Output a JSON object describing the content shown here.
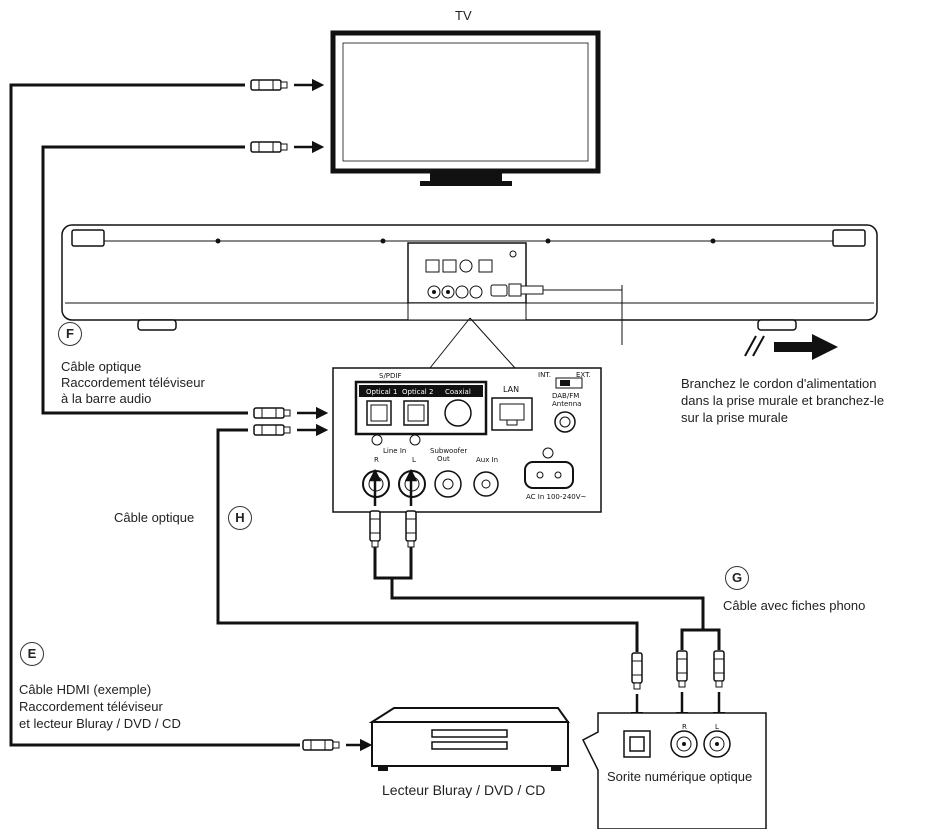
{
  "labels": {
    "tv": "TV",
    "power_instruction": [
      "Branchez le cordon d'alimentation",
      "dans la prise murale et branchez-le",
      "sur la prise murale"
    ],
    "optical_cable_f": [
      "Câble optique",
      "Raccordement téléviseur",
      "à la barre audio"
    ],
    "optical_cable_h": "Câble optique",
    "phono_cable_g": "Câble avec fiches phono",
    "hdmi_cable_e": [
      "Câble HDMI (exemple)",
      "Raccordement téléviseur",
      "et lecteur Bluray / DVD / CD"
    ],
    "player": "Lecteur Bluray / DVD / CD",
    "optical_output": "Sorite numérique optique"
  },
  "markers": {
    "e": "E",
    "f": "F",
    "g": "G",
    "h": "H"
  },
  "panel": {
    "spdif": "S/PDIF",
    "optical1": "Optical 1",
    "optical2": "Optical 2",
    "coaxial": "Coaxial",
    "lan": "LAN",
    "int": "INT.",
    "ext": "EXT.",
    "dab_fm": "DAB/FM",
    "antenna": "Antenna",
    "line_in": "Line In",
    "r": "R",
    "l": "L",
    "subwoofer": "Subwoofer",
    "out": "Out",
    "aux_in": "Aux In",
    "ac_in": "AC In  100-240V~"
  },
  "player_box": {
    "r": "R",
    "l": "L"
  }
}
